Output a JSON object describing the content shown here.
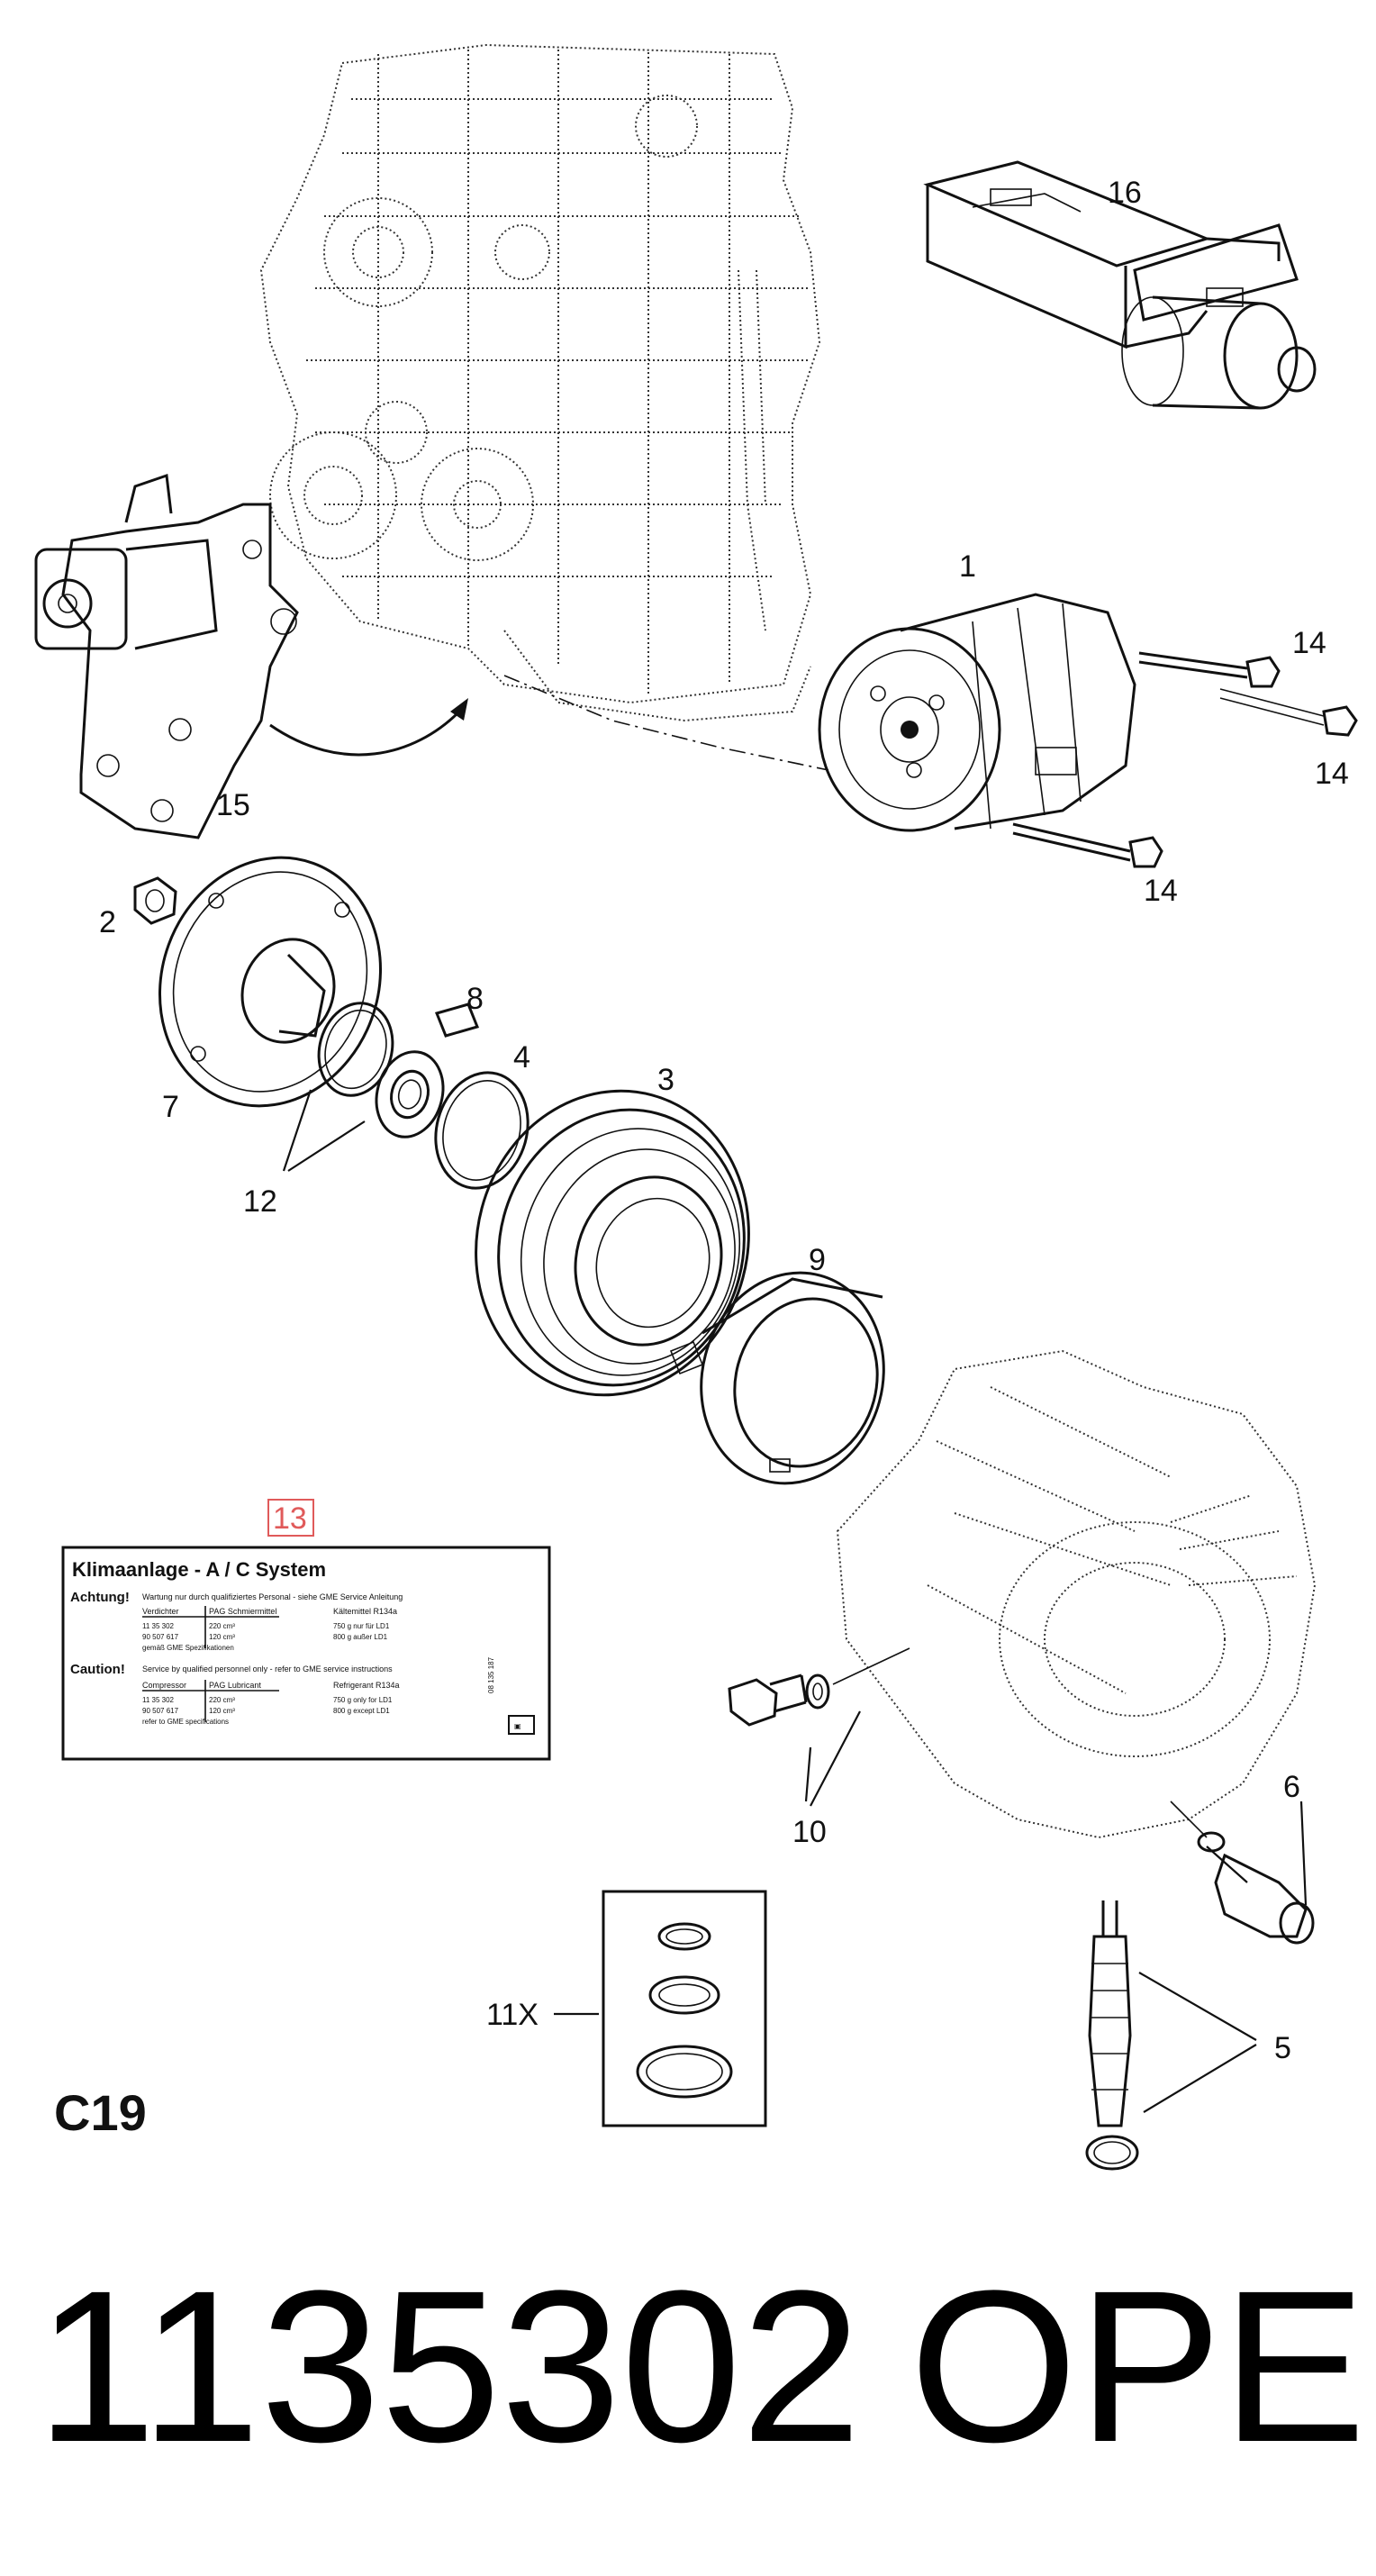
{
  "diagram": {
    "callouts": {
      "c1": "1",
      "c2": "2",
      "c3": "3",
      "c4": "4",
      "c5": "5",
      "c6": "6",
      "c7": "7",
      "c8": "8",
      "c9": "9",
      "c10": "10",
      "c11": "11X",
      "c12": "12",
      "c13": "13",
      "c14a": "14",
      "c14b": "14",
      "c14c": "14",
      "c15": "15",
      "c16": "16"
    },
    "sheet_code": "C19",
    "highlight_color": "#e05a5a"
  },
  "sticker": {
    "title": "Klimaanlage - A / C System",
    "achtung_label": "Achtung!",
    "achtung_text": "Wartung nur durch qualifiziertes Personal - siehe GME Service Anleitung",
    "de_col1_head": "Verdichter",
    "de_col2_head": "PAG Schmiermittel",
    "de_col3_head": "Kältemittel R134a",
    "de_row1": [
      "11 35 302",
      "220 cm³",
      "750 g nur für LD1"
    ],
    "de_row2": [
      "90 507 617",
      "120 cm³",
      "800 g außer LD1"
    ],
    "de_note": "gemäß GME Spezifikationen",
    "caution_label": "Caution!",
    "caution_text": "Service by qualified personnel only - refer to GME service instructions",
    "en_col1_head": "Compressor",
    "en_col2_head": "PAG Lubricant",
    "en_col3_head": "Refrigerant R134a",
    "en_row1": [
      "11 35 302",
      "220 cm³",
      "750 g only for LD1"
    ],
    "en_row2": [
      "90 507 617",
      "120 cm³",
      "800 g except LD1"
    ],
    "en_note": "refer to GME specifications",
    "side_number": "08 135 187"
  },
  "footer": {
    "part_number": "1135302",
    "brand": "OPEL"
  }
}
